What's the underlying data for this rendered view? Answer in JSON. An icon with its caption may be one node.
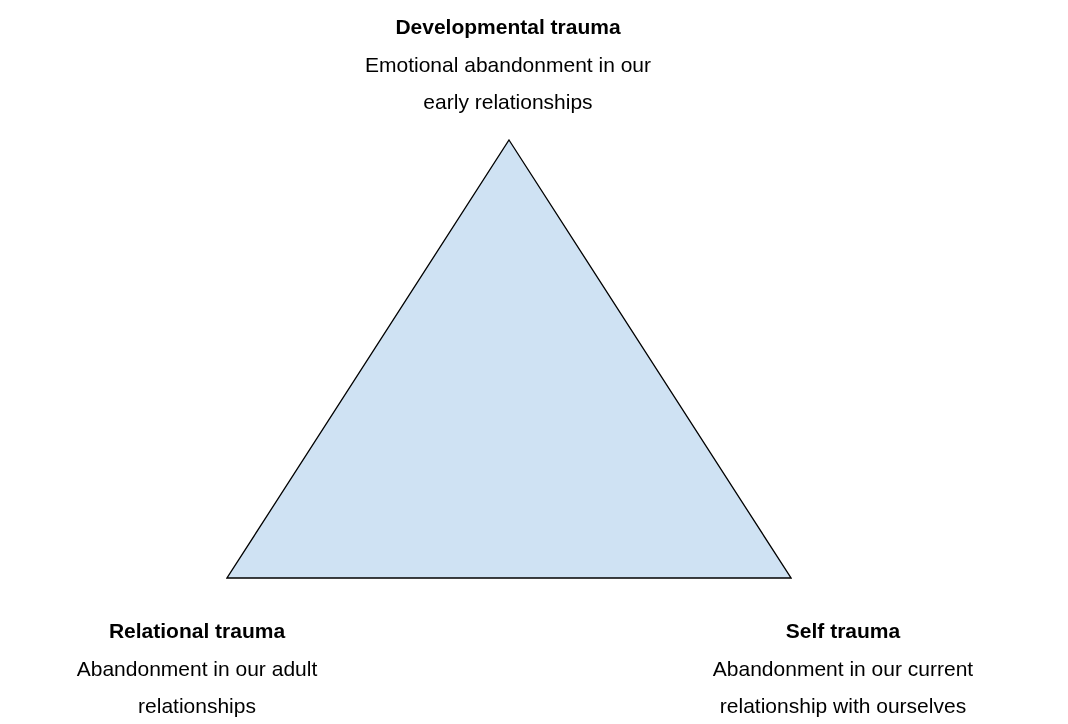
{
  "diagram": {
    "nodes": [
      {
        "text": [],
        "shape": "triangle"
      }
    ],
    "labels": [
      "Developmental trauma",
      "Emotional abandonment in our early relationships",
      "Relational trauma",
      "Abandonment in our adult relationships",
      "Self trauma",
      "Abandonment in our current relationship with ourselves"
    ]
  }
}
